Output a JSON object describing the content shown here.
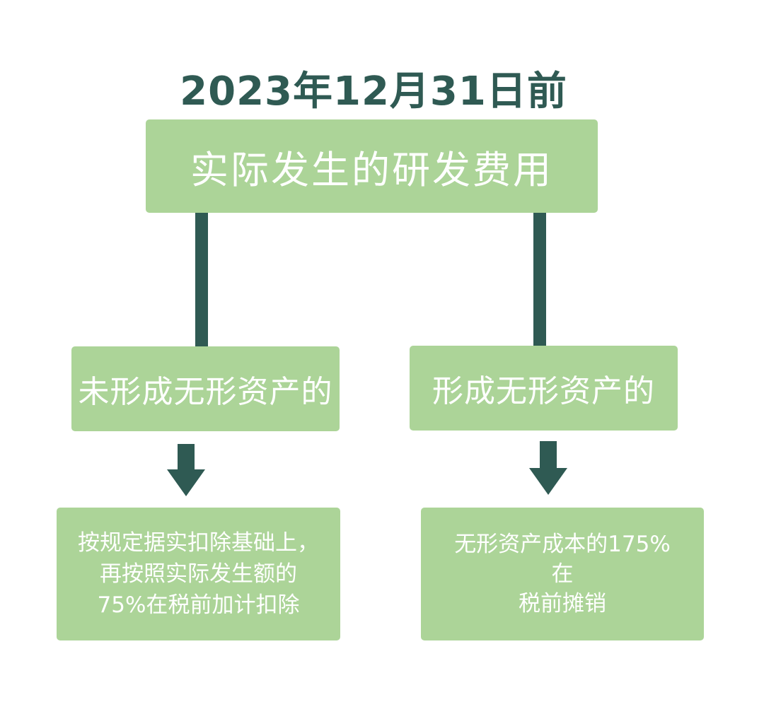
{
  "title": "2023年12月31日前",
  "root": {
    "label": "实际发生的研发费用"
  },
  "branches": {
    "left": {
      "label": "未形成无形资产的",
      "result_lines": [
        "按规定据实扣除基础上，",
        "再按照实际发生额的",
        "75%在税前加计扣除"
      ]
    },
    "right": {
      "label": "形成无形资产的",
      "result_lines": [
        "无形资产成本的175%在",
        "税前摊销"
      ]
    }
  },
  "colors": {
    "title": "#2f5a53",
    "box_fill": "#acd498",
    "connector": "#2f5a53",
    "box_text": "#ffffff"
  }
}
